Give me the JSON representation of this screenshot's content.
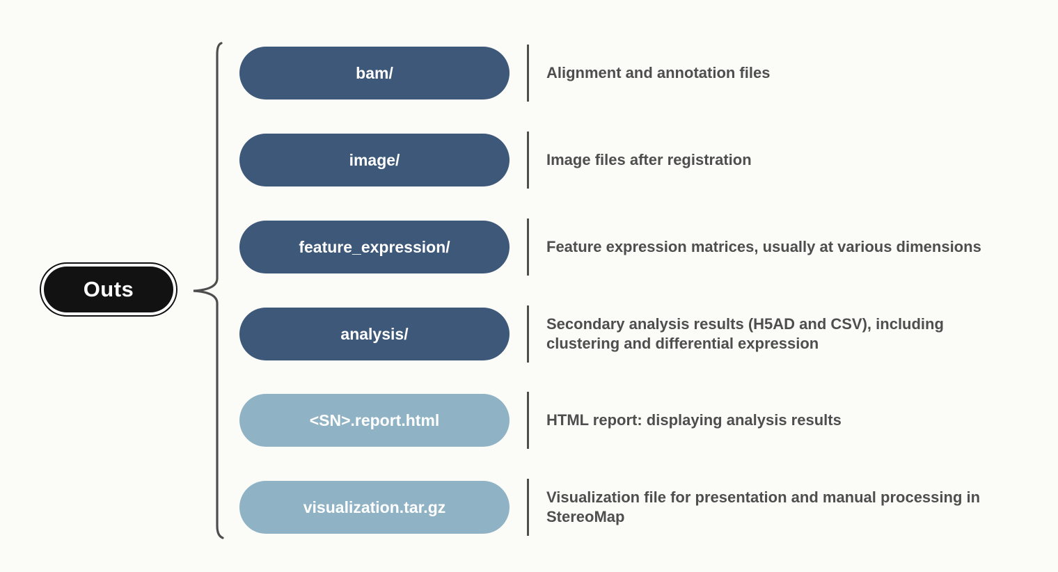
{
  "diagram": {
    "root": {
      "label": "Outs"
    },
    "rows": [
      {
        "label": "bam/",
        "description": "Alignment and annotation files",
        "tone": "dark"
      },
      {
        "label": "image/",
        "description": "Image files after registration",
        "tone": "dark"
      },
      {
        "label": "feature_expression/",
        "description": "Feature expression matrices, usually at various dimensions",
        "tone": "dark"
      },
      {
        "label": "analysis/",
        "description": "Secondary analysis results (H5AD and CSV), including\nclustering and differential expression",
        "tone": "dark"
      },
      {
        "label": "<SN>.report.html",
        "description": "HTML report: displaying analysis results",
        "tone": "light"
      },
      {
        "label": "visualization.tar.gz",
        "description": "Visualization file for presentation and manual processing in\nStereoMap",
        "tone": "light"
      }
    ],
    "colors": {
      "dark_pill": "#3d5878",
      "light_pill": "#8fb3c4",
      "root_fill": "#121212",
      "pill_text": "#ffffff",
      "description_text": "#4e4e4e",
      "divider": "#4e4e4e",
      "brace": "#4e4e4e",
      "background": "#fbfbf8"
    }
  }
}
